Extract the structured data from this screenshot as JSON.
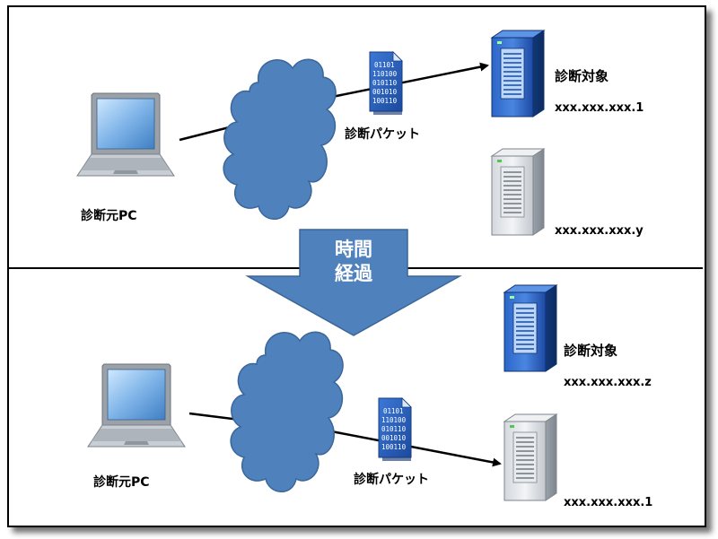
{
  "top": {
    "pc_label": "診断元PC",
    "packet_label": "診断パケット",
    "packet_bits": [
      "01101",
      "110100",
      "010110",
      "001010",
      "100110"
    ],
    "target_label": "診断対象",
    "target_address": "xxx.xxx.xxx.1",
    "other_address": "xxx.xxx.xxx.y"
  },
  "transition": {
    "line1": "時間",
    "line2": "経過"
  },
  "bottom": {
    "pc_label": "診断元PC",
    "packet_label": "診断パケット",
    "packet_bits": [
      "01101",
      "110100",
      "010110",
      "001010",
      "100110"
    ],
    "target_label": "診断対象",
    "target_address": "xxx.xxx.xxx.z",
    "other_address": "xxx.xxx.xxx.1"
  },
  "colors": {
    "cloud": "#4f81bd",
    "arrow": "#4f81bd",
    "server_blue": "#1f4fa8",
    "server_gray": "#c9cdd3"
  }
}
